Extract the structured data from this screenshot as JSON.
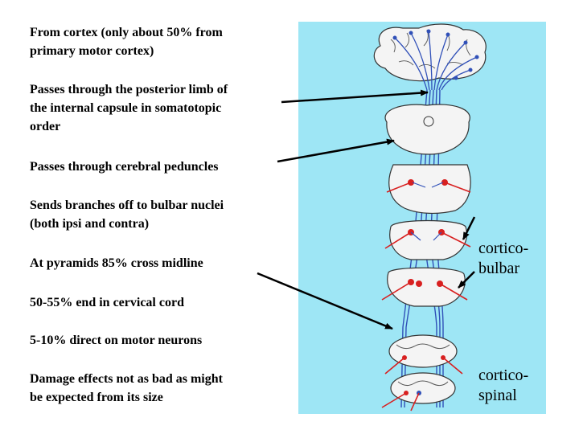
{
  "statements": [
    "From cortex (only about 50% from\nprimary motor cortex)",
    "Passes through the posterior limb of\nthe internal capsule in somatotopic\norder",
    "Passes through cerebral peduncles",
    "Sends branches off to bulbar nuclei\n(both ipsi and contra)",
    "At pyramids 85% cross midline",
    "50-55% end in cervical cord",
    "5-10% direct on motor neurons",
    "Damage effects not as bad as might\nbe expected from its size"
  ],
  "tract_labels": {
    "corticobulbar": "cortico-\nbulbar",
    "corticospinal": "cortico-\nspinal"
  },
  "colors": {
    "panel_background": "#9ee6f5",
    "tract_blue": "#3050b8",
    "tract_red": "#d82020",
    "section_fill": "#f4f4f4",
    "arrow": "#000000"
  }
}
